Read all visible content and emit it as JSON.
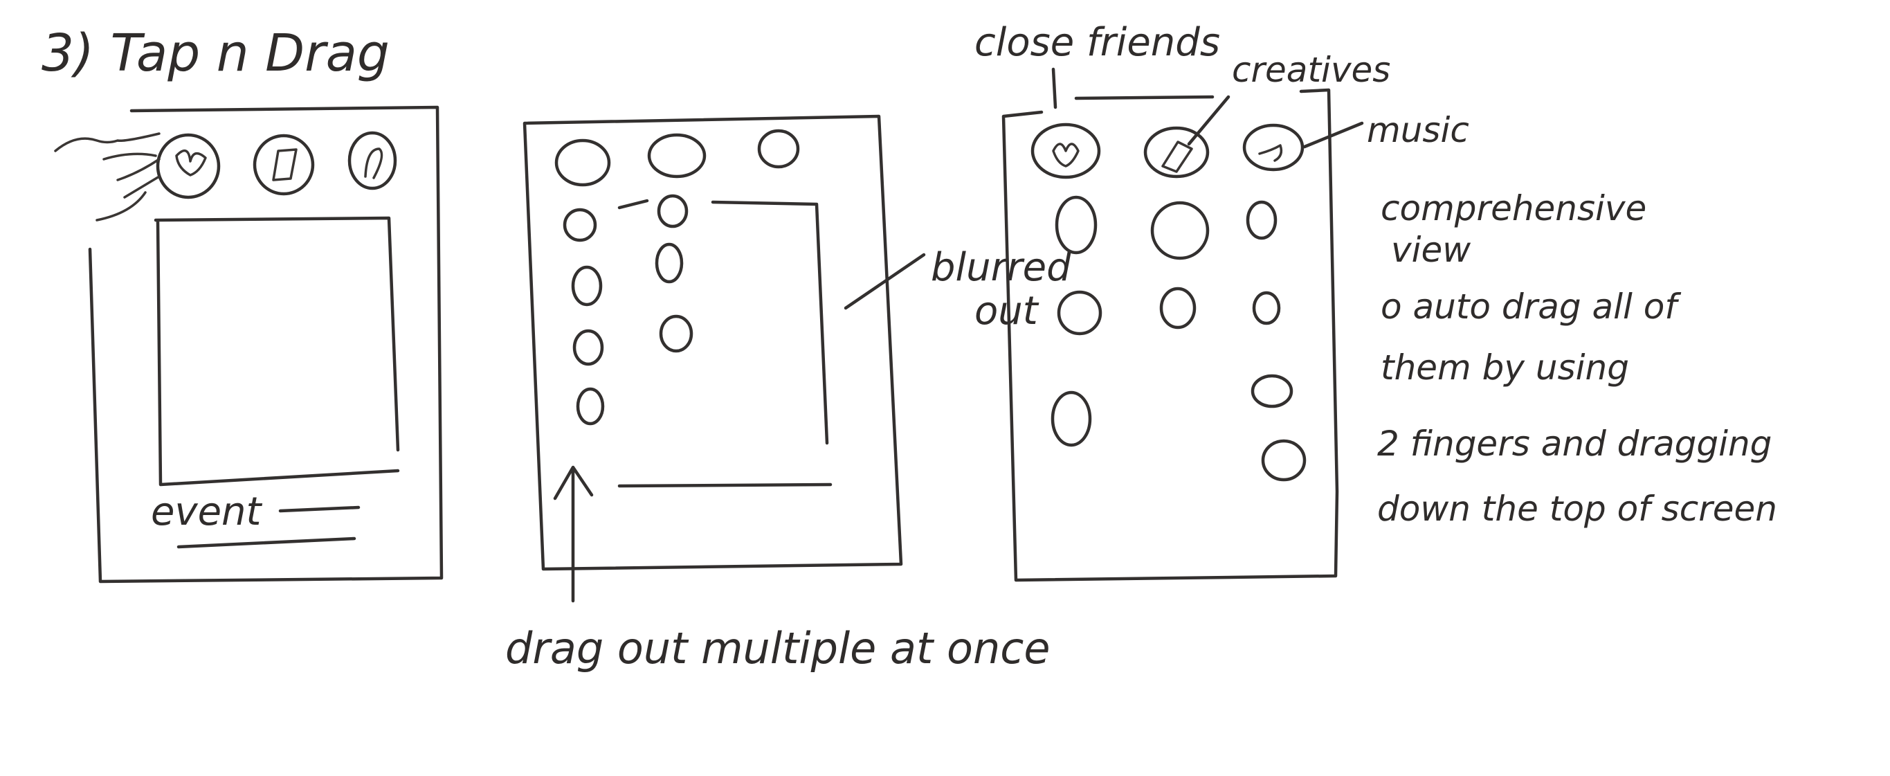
{
  "title": "3) Tap n Drag",
  "panel1": {
    "caption_line1": "event"
  },
  "panel2": {
    "side_note_line1": "blurred",
    "side_note_line2": "out",
    "bottom_note": "drag out multiple at once"
  },
  "panel3": {
    "category_labels": [
      "close friends",
      "creatives",
      "music"
    ],
    "notes": [
      "comprehensive",
      "view",
      "o auto drag all of",
      "them by using",
      "2 fingers and dragging",
      "down the top of screen"
    ]
  },
  "icons": [
    "heart-icon",
    "tag-icon",
    "music-icon",
    "hand-cursor-icon",
    "up-arrow-icon"
  ]
}
